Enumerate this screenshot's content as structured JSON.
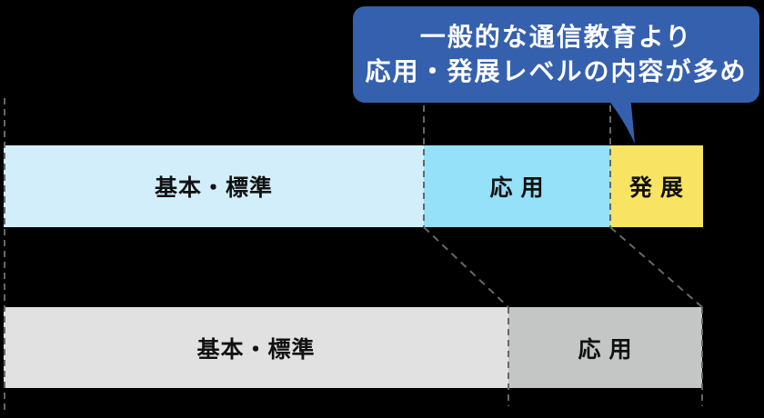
{
  "colors": {
    "background": "#000000",
    "guide_line": "#63676b",
    "label_text": "#111111"
  },
  "callout": {
    "line1": "一般的な通信教育より",
    "line2": "応用・発展レベルの内容が多め",
    "bg": "#3560ae",
    "text_color": "#ffffff"
  },
  "bars": {
    "top": {
      "segments": [
        {
          "label": "基本・標準",
          "color": "#d2eefb"
        },
        {
          "label": "応 用",
          "color": "#94e1f9"
        },
        {
          "label": "発 展",
          "color": "#f9e362"
        }
      ]
    },
    "bottom": {
      "segments": [
        {
          "label": "基本・標準",
          "color": "#e1e1e1"
        },
        {
          "label": "応 用",
          "color": "#c3c6c4"
        }
      ]
    }
  }
}
